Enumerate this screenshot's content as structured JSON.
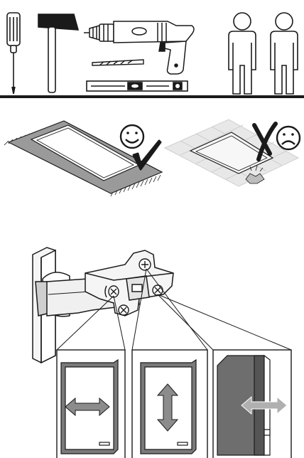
{
  "sections": {
    "tools": {
      "items": [
        {
          "name": "screwdriver"
        },
        {
          "name": "hammer"
        },
        {
          "name": "power-drill"
        },
        {
          "name": "drill-bit"
        },
        {
          "name": "spirit-level"
        },
        {
          "name": "person"
        },
        {
          "name": "person"
        }
      ]
    },
    "surface": {
      "good": {
        "symbol": "smiley-face",
        "mark": "check-mark"
      },
      "bad": {
        "symbol": "frowning-face",
        "mark": "cross-mark"
      }
    },
    "hinge": {
      "screws": [
        "side-adjust-screw",
        "depth-adjust-screw",
        "height-adjust-screw"
      ],
      "panels": [
        {
          "direction": "horizontal"
        },
        {
          "direction": "vertical"
        },
        {
          "direction": "depth"
        }
      ]
    }
  },
  "colors": {
    "line": "#1a1a1a",
    "gray": "#8c8c8c",
    "light_gray": "#cfcfcf",
    "dark_gray": "#6e6e6e",
    "white": "#ffffff"
  }
}
